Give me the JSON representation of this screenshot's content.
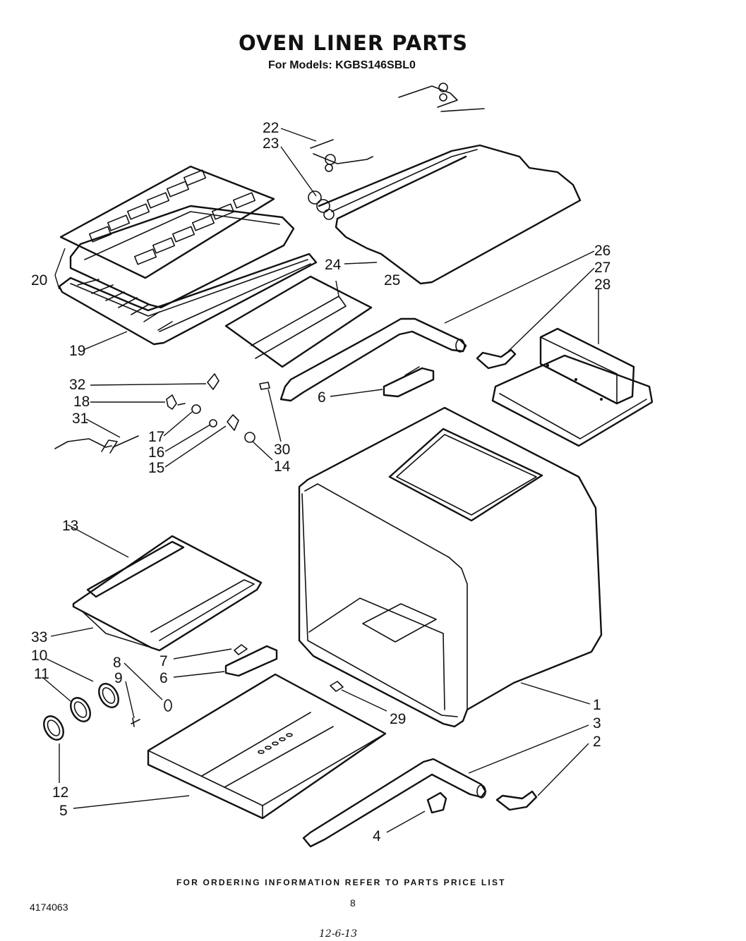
{
  "title": "OVEN LINER PARTS",
  "subtitle": "For Models: KGBS146SBL0",
  "footer": "FOR ORDERING INFORMATION REFER TO PARTS PRICE LIST",
  "doc_number": "4174063",
  "page_number": "8",
  "handwritten_note": "12-6-13",
  "callouts": [
    {
      "id": "c22",
      "label": "22"
    },
    {
      "id": "c23",
      "label": "23"
    },
    {
      "id": "c20",
      "label": "20"
    },
    {
      "id": "c24",
      "label": "24"
    },
    {
      "id": "c25",
      "label": "25"
    },
    {
      "id": "c26",
      "label": "26"
    },
    {
      "id": "c27",
      "label": "27"
    },
    {
      "id": "c28",
      "label": "28"
    },
    {
      "id": "c19",
      "label": "19"
    },
    {
      "id": "c32",
      "label": "32"
    },
    {
      "id": "c18",
      "label": "18"
    },
    {
      "id": "c31",
      "label": "31"
    },
    {
      "id": "c6a",
      "label": "6"
    },
    {
      "id": "c17",
      "label": "17"
    },
    {
      "id": "c16",
      "label": "16"
    },
    {
      "id": "c15",
      "label": "15"
    },
    {
      "id": "c30",
      "label": "30"
    },
    {
      "id": "c14",
      "label": "14"
    },
    {
      "id": "c13",
      "label": "13"
    },
    {
      "id": "c33",
      "label": "33"
    },
    {
      "id": "c10",
      "label": "10"
    },
    {
      "id": "c8",
      "label": "8"
    },
    {
      "id": "c7",
      "label": "7"
    },
    {
      "id": "c11",
      "label": "11"
    },
    {
      "id": "c9",
      "label": "9"
    },
    {
      "id": "c6b",
      "label": "6"
    },
    {
      "id": "c1",
      "label": "1"
    },
    {
      "id": "c29",
      "label": "29"
    },
    {
      "id": "c3",
      "label": "3"
    },
    {
      "id": "c2",
      "label": "2"
    },
    {
      "id": "c12",
      "label": "12"
    },
    {
      "id": "c5",
      "label": "5"
    },
    {
      "id": "c4",
      "label": "4"
    }
  ]
}
